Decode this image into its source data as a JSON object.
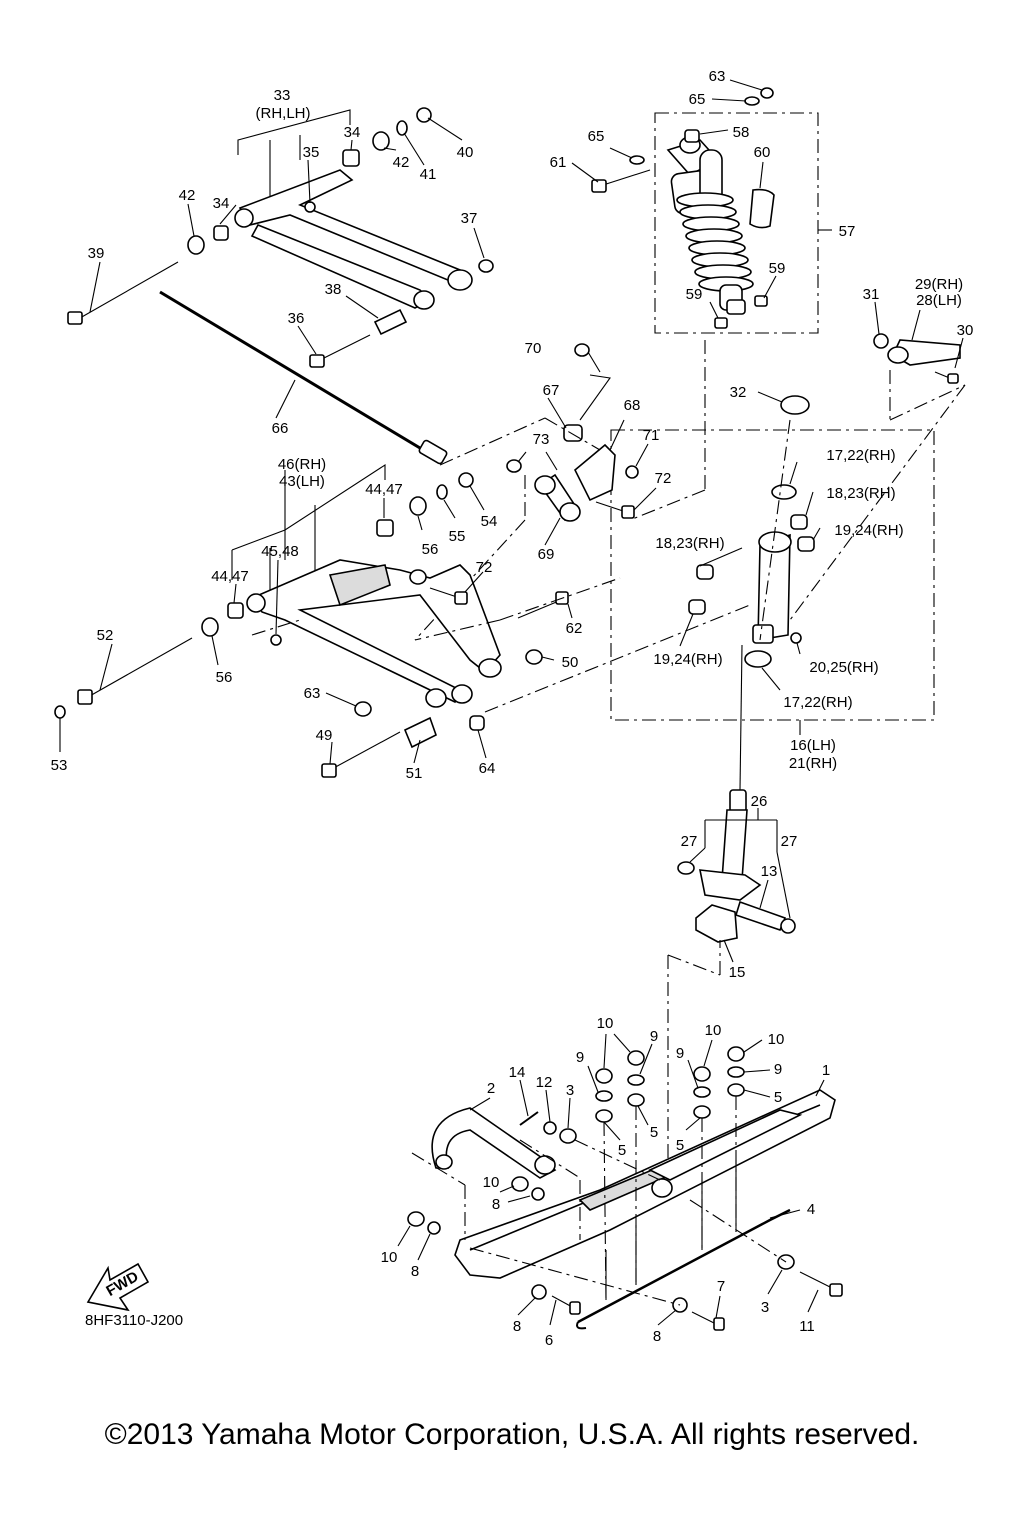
{
  "diagram_code": "8HF3110-J200",
  "fwd_label": "FWD",
  "copyright": "©2013 Yamaha Motor Corporation, U.S.A. All rights reserved.",
  "callouts": [
    "63",
    "65",
    "58",
    "65",
    "61",
    "60",
    "57",
    "59",
    "59",
    "33",
    "(RH,LH)",
    "34",
    "35",
    "40",
    "41",
    "42",
    "42",
    "34",
    "37",
    "39",
    "38",
    "36",
    "66",
    "31",
    "29(RH)",
    "28(LH)",
    "30",
    "32",
    "70",
    "67",
    "68",
    "71",
    "73",
    "72",
    "69",
    "46(RH)",
    "43(LH)",
    "44,47",
    "45,48",
    "56",
    "55",
    "54",
    "44,47",
    "72",
    "62",
    "52",
    "56",
    "50",
    "63",
    "49",
    "51",
    "64",
    "53",
    "17,22(RH)",
    "18,23(RH)",
    "19,24(RH)",
    "18,23(RH)",
    "19,24(RH)",
    "20,25(RH)",
    "17,22(RH)",
    "16(LH)",
    "21(RH)",
    "26",
    "27",
    "27",
    "13",
    "15",
    "10",
    "9",
    "10",
    "10",
    "9",
    "9",
    "9",
    "5",
    "5",
    "5",
    "5",
    "14",
    "12",
    "3",
    "2",
    "1",
    "10",
    "8",
    "4",
    "10",
    "8",
    "8",
    "6",
    "8",
    "7",
    "3",
    "11"
  ]
}
